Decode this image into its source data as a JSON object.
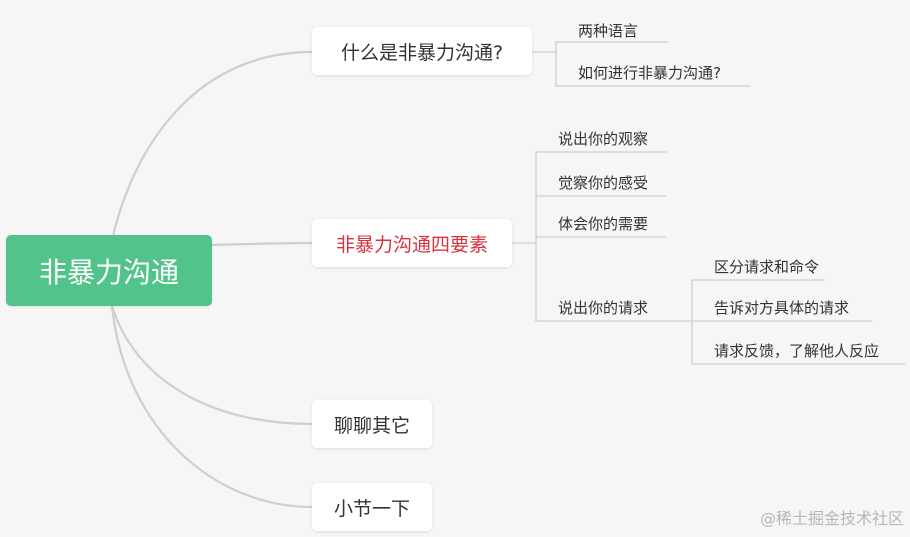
{
  "root": {
    "label": "非暴力沟通",
    "color": "#52c38a"
  },
  "branches": [
    {
      "label": "什么是非暴力沟通?",
      "children": [
        {
          "label": "两种语言"
        },
        {
          "label": "如何进行非暴力沟通?"
        }
      ]
    },
    {
      "label": "非暴力沟通四要素",
      "highlight_color": "#d9343e",
      "children": [
        {
          "label": "说出你的观察"
        },
        {
          "label": "觉察你的感受"
        },
        {
          "label": "体会你的需要"
        },
        {
          "label": "说出你的请求",
          "children": [
            {
              "label": "区分请求和命令"
            },
            {
              "label": "告诉对方具体的请求"
            },
            {
              "label": "请求反馈，了解他人反应"
            }
          ]
        }
      ]
    },
    {
      "label": "聊聊其它"
    },
    {
      "label": "小节一下"
    }
  ],
  "watermark": "@稀土掘金技术社区"
}
